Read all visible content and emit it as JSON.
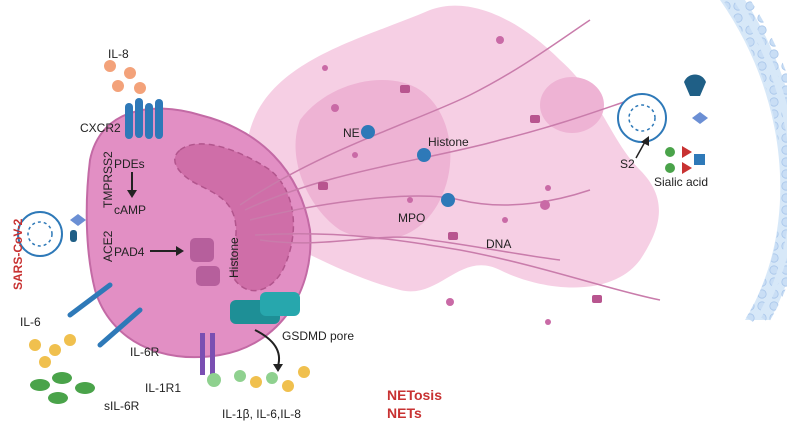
{
  "labels": {
    "il8": "IL-8",
    "cxcr2": "CXCR2",
    "sars": "SARS-CoV-2",
    "tmprss2": "TMPRSS2",
    "ace2": "ACE2",
    "pdes": "PDEs",
    "camp": "cAMP",
    "pad4": "PAD4",
    "histone_cell": "Histone",
    "il6": "IL-6",
    "il6r": "IL-6R",
    "sil6r": "sIL-6R",
    "il1r1": "IL-1R1",
    "gsdmd": "GSDMD pore",
    "cytokines": "IL-1β, IL-6,IL-8",
    "ne": "NE",
    "histone_net": "Histone",
    "mpo": "MPO",
    "dna": "DNA",
    "s2": "S2",
    "sialic": "Sialic acid",
    "netosis": "NETosis",
    "nets": "NETs"
  },
  "colors": {
    "cell": "#e28fc4",
    "net_cloud": "#f5c7e0",
    "nucleus": "#cf6ea8",
    "receptor_blue": "#2e79b8",
    "gsdmd_teal": "#1e8f96",
    "il8_orange": "#f3a27a",
    "cytokine_yellow": "#f0c04e",
    "sil6r_green": "#4aa34a",
    "membrane_blue": "#bcd9f4",
    "accent_red": "#c83232"
  }
}
